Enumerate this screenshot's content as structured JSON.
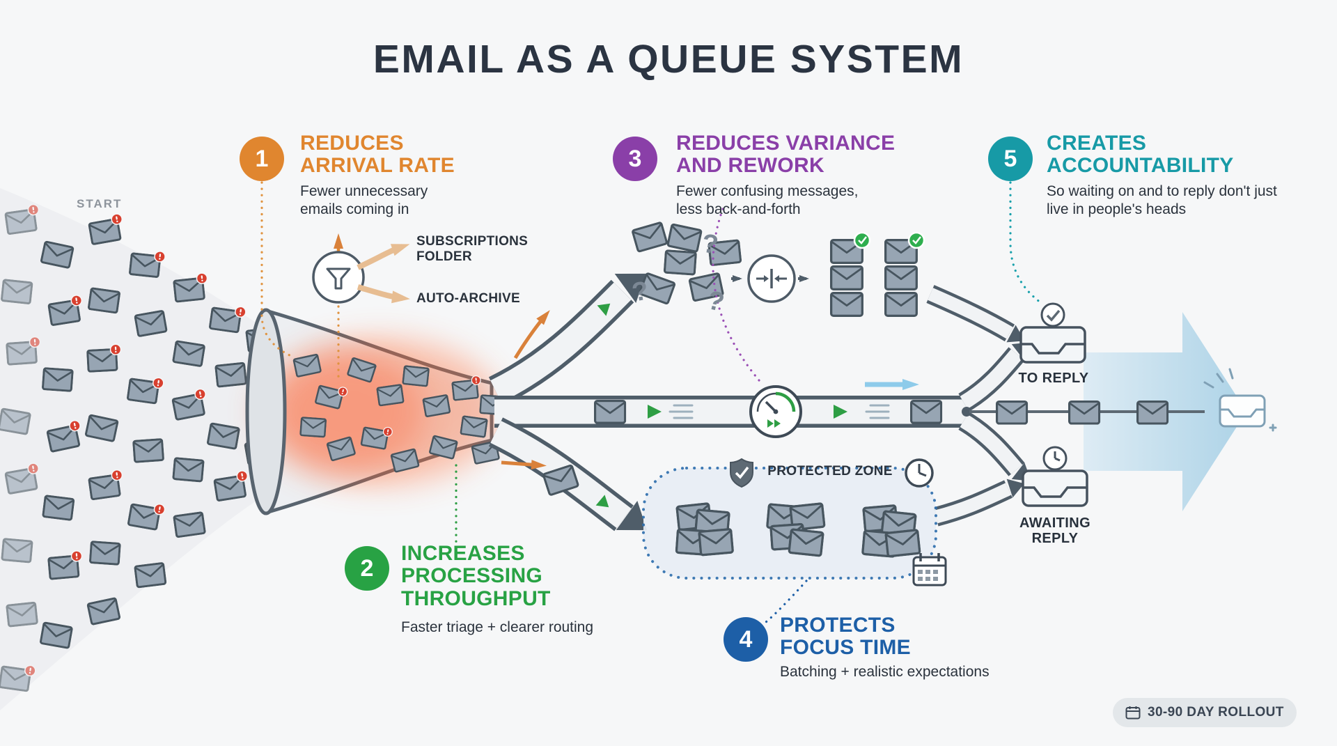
{
  "title": "EMAIL AS A QUEUE SYSTEM",
  "start_label": "START",
  "callouts": [
    {
      "num": "1",
      "title": "REDUCES ARRIVAL RATE",
      "desc": "Fewer unnecessary emails coming in",
      "color": "#e0862f"
    },
    {
      "num": "2",
      "title": "INCREASES PROCESSING THROUGHPUT",
      "desc": "Faster triage + clearer routing",
      "color": "#28a244"
    },
    {
      "num": "3",
      "title": "REDUCES VARIANCE AND REWORK",
      "desc": "Fewer confusing messages, less back-and-forth",
      "color": "#8a3fa8"
    },
    {
      "num": "4",
      "title": "PROTECTS FOCUS TIME",
      "desc": "Batching + realistic expectations",
      "color": "#1d5fa7"
    },
    {
      "num": "5",
      "title": "CREATES ACCOUNTABILITY",
      "desc": "So waiting on and to reply don't just live in people's heads",
      "color": "#179aa6"
    }
  ],
  "labels": {
    "subscriptions_folder": "SUBSCRIPTIONS FOLDER",
    "auto_archive": "AUTO-ARCHIVE",
    "protected_zone": "PROTECTED ZONE",
    "to_reply": "TO REPLY",
    "awaiting_reply": "AWAITING REPLY",
    "rollout": "30-90 DAY ROLLOUT",
    "question_mark": "?"
  }
}
